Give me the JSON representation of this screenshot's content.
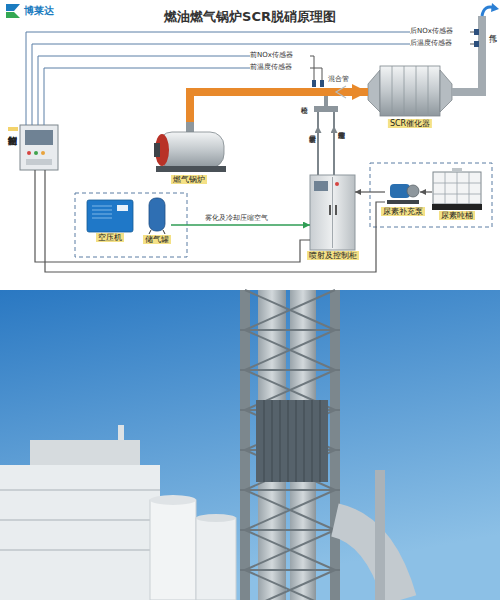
{
  "diagram": {
    "title": "燃油燃气锅炉SCR脱硝原理图",
    "nodes": [
      {
        "text": [
          "控制箱"
        ]
      },
      {
        "text": [
          "后NOx传感器"
        ]
      },
      {
        "text": [
          "后温度传感器"
        ]
      },
      {
        "text": [
          "前NOx传感器"
        ]
      },
      {
        "text": [
          "前温度传感器"
        ]
      },
      {
        "text": [
          "SCR催化器"
        ]
      },
      {
        "text": [
          "喷枪"
        ]
      },
      {
        "text": [
          "燃气锅炉"
        ]
      },
      {
        "text": [
          "空压机"
        ]
      },
      {
        "text": [
          "储气罐"
        ]
      },
      {
        "text": [
          "喷射及控制柜"
        ]
      },
      {
        "text": [
          "尿素补充泵"
        ]
      },
      {
        "text": [
          "尿素吨桶"
        ]
      }
    ],
    "edges": [
      {
        "from": 0,
        "to": 1,
        "arrow": "none"
      },
      {
        "from": 0,
        "to": 2,
        "arrow": "none"
      },
      {
        "from": 0,
        "to": 3,
        "arrow": "none"
      },
      {
        "from": 0,
        "to": 4,
        "arrow": "none"
      },
      {
        "from": 7,
        "to": 5,
        "label": "混合管",
        "arrow": "to"
      },
      {
        "from": 10,
        "to": 6,
        "label": "尿素喷射管",
        "arrow": "to"
      },
      {
        "from": 10,
        "to": 6,
        "label": "压缩空气冷却管",
        "arrow": "to"
      },
      {
        "from": 9,
        "to": 10,
        "label": "雾化及冷却压缩空气",
        "arrow": "to"
      },
      {
        "from": 12,
        "to": 11,
        "arrow": "to"
      },
      {
        "from": 11,
        "to": 10,
        "arrow": "to"
      },
      {
        "from": 0,
        "to": 10,
        "arrow": "none"
      },
      {
        "from": 0,
        "to": 11,
        "arrow": "none"
      }
    ],
    "labels": [
      "博莱达",
      "排气"
    ]
  }
}
